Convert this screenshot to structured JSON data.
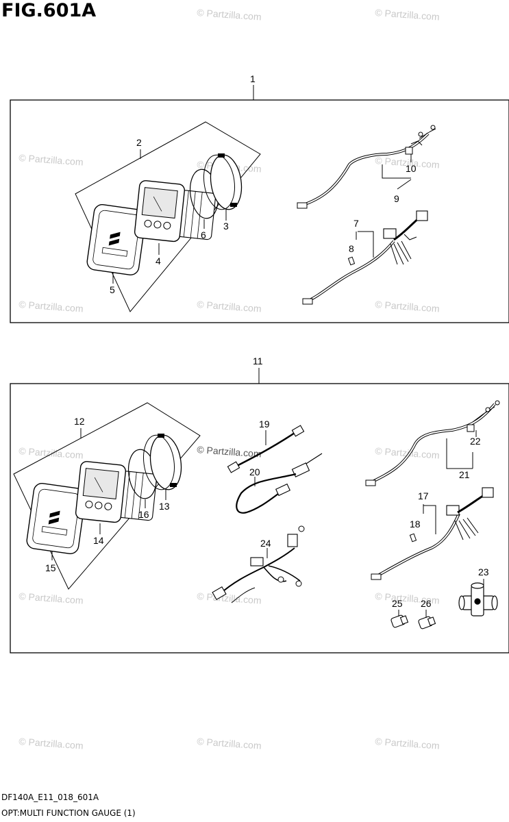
{
  "figure": {
    "title": "FIG.601A",
    "code": "DF140A_E11_018_601A",
    "description": "OPT:MULTI FUNCTION GAUGE (1)"
  },
  "watermark": {
    "text": "© Partzilla.com"
  },
  "callouts": {
    "top_group": [
      "1",
      "2",
      "3",
      "4",
      "5",
      "6",
      "7",
      "8",
      "9",
      "10"
    ],
    "bottom_group": [
      "11",
      "12",
      "13",
      "14",
      "15",
      "16",
      "17",
      "18",
      "19",
      "20",
      "21",
      "22",
      "23",
      "24",
      "25",
      "26"
    ]
  },
  "colors": {
    "line": "#000000",
    "watermark": "#c9c9c9",
    "part_fill": "#ffffff",
    "screen": "#e8e8e8"
  }
}
